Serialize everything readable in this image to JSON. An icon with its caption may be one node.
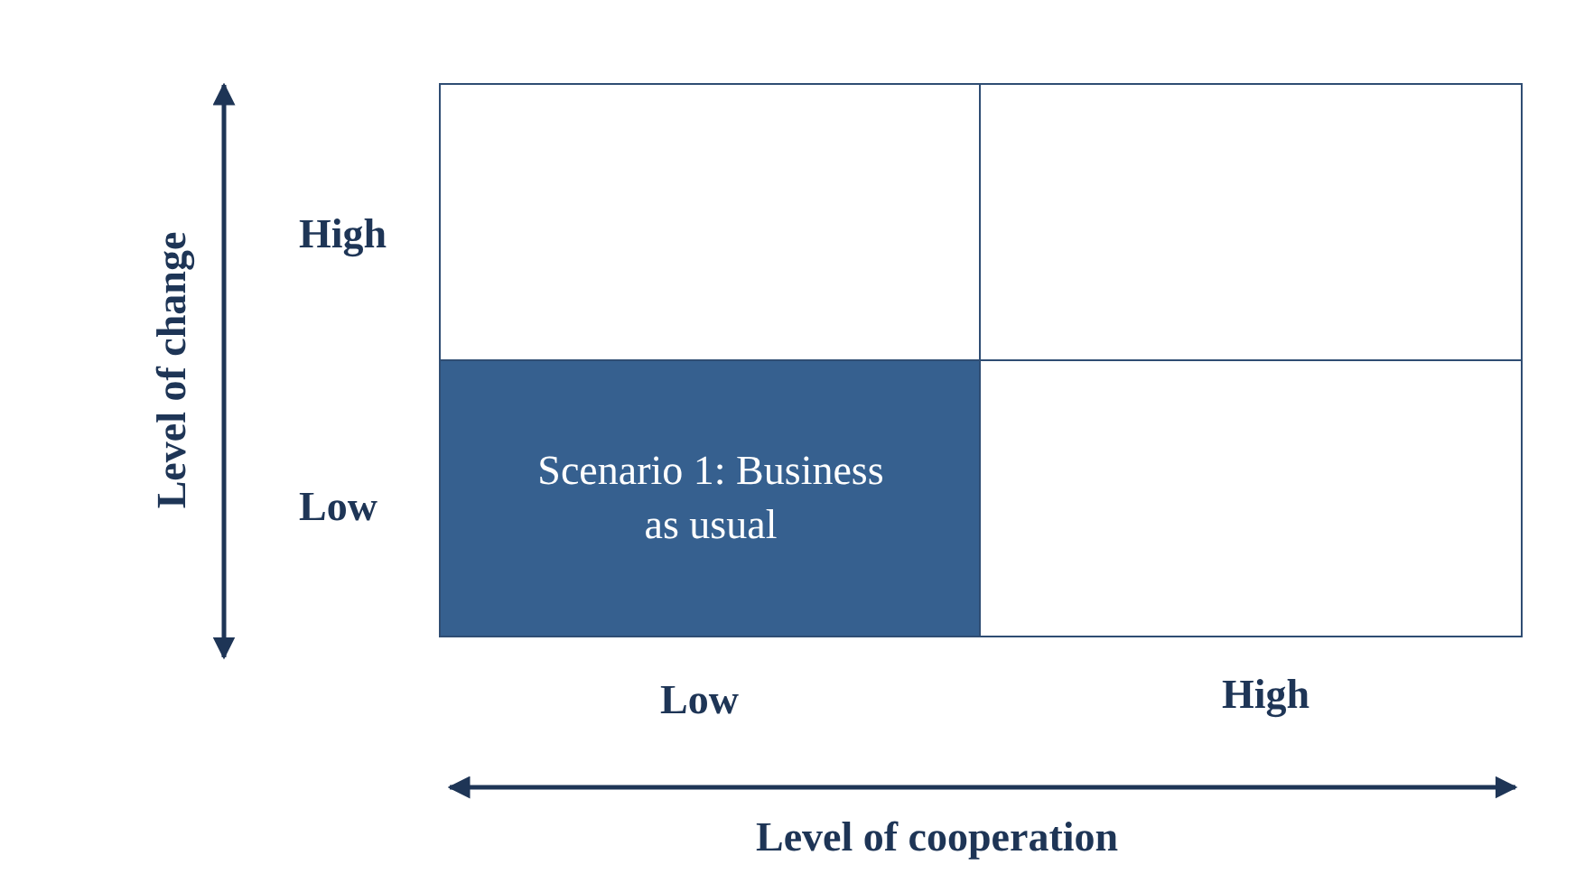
{
  "diagram": {
    "nodes": [
      {
        "text": [],
        "shape": "box"
      },
      {
        "text": [],
        "shape": "box"
      },
      {
        "text": [
          "Scenario 1: Business as usual"
        ]
      },
      {
        "text": [],
        "shape": "box"
      }
    ],
    "labels": [
      "Level of change",
      "High",
      "Low",
      "Low",
      "High",
      "Level of cooperation"
    ]
  }
}
